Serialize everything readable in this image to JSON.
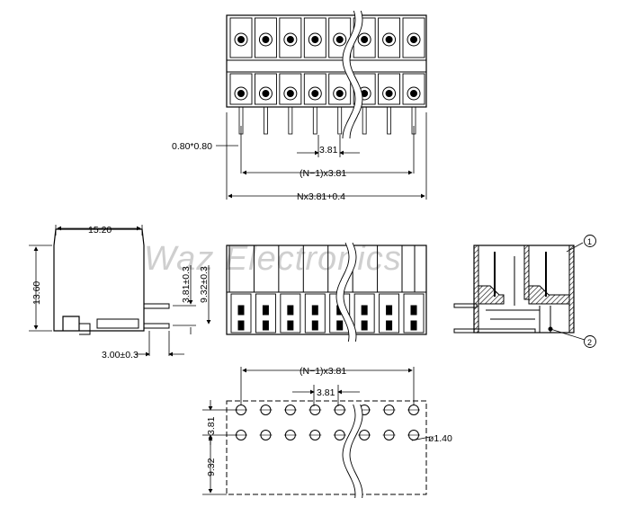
{
  "watermark": "Waz Electronics",
  "top_view": {
    "pin_size_label": "0.80*0.80",
    "pitch_label": "3.81",
    "span_label": "(N−1)x3.81",
    "overall_label": "Nx3.81+0.4"
  },
  "side_view": {
    "width_label": "15.20",
    "height_label": "13.60",
    "row_offset_label": "3.81±0.3",
    "row_height_label": "9.32±0.3",
    "foot_label": "3.00±0.3"
  },
  "section_view": {
    "callout_1": "1",
    "callout_2": "2"
  },
  "footprint_view": {
    "span_label": "(N−1)x3.81",
    "pitch_label": "3.81",
    "row_pitch_label": "3.81",
    "hole_label": "ø1.40",
    "edge_label": "9.32"
  }
}
